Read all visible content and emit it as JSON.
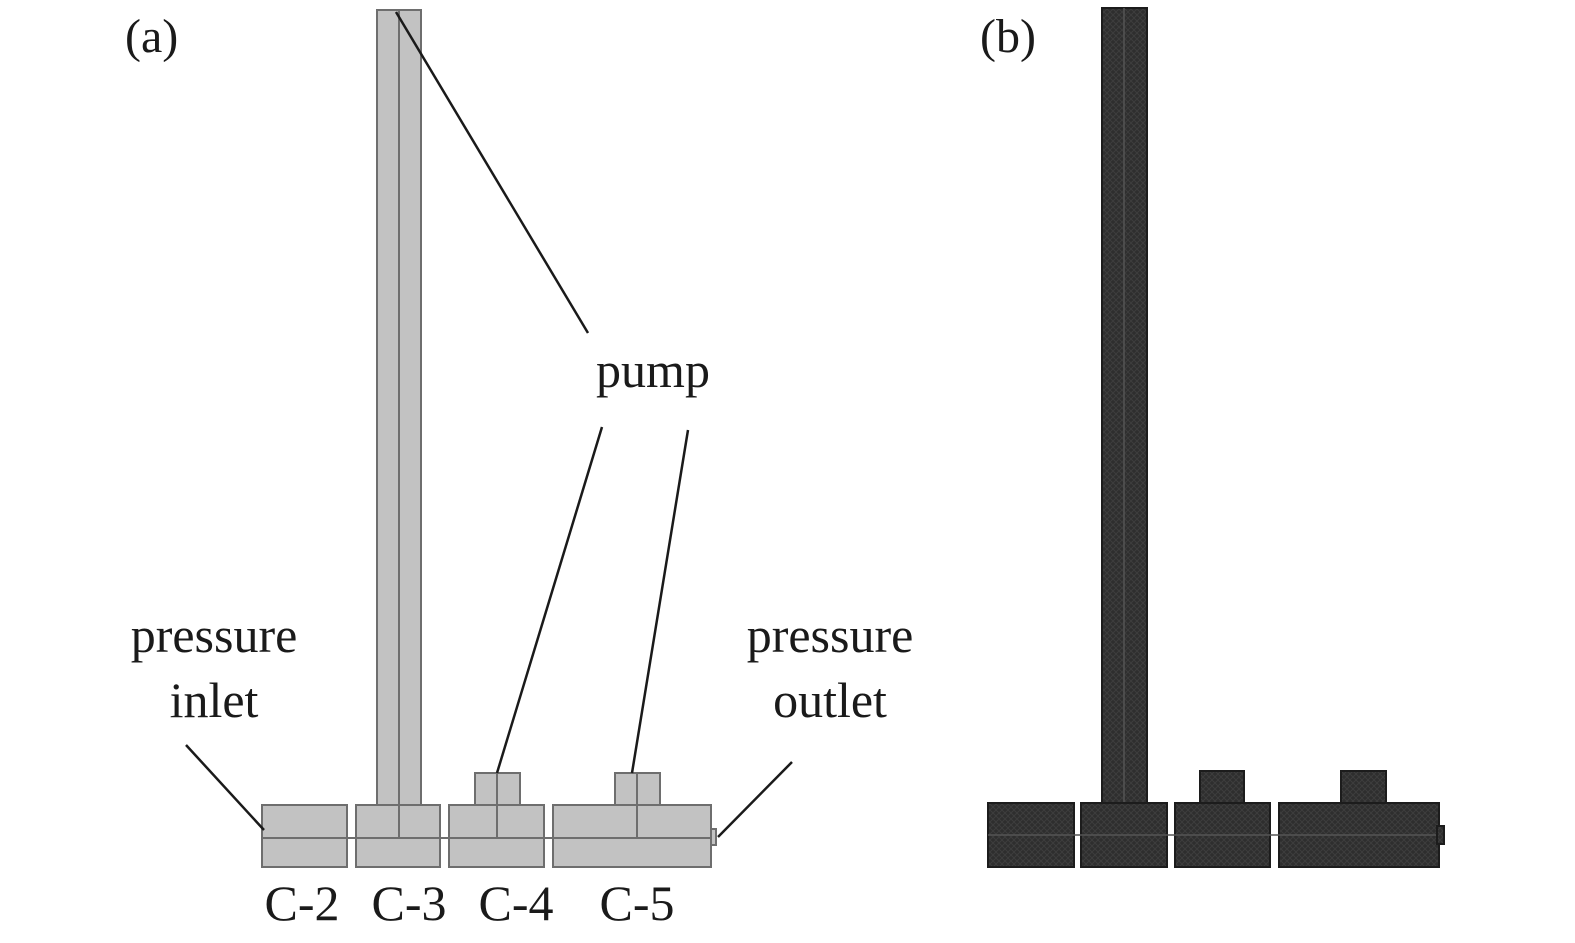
{
  "panels": {
    "a": {
      "label": "(a)"
    },
    "b": {
      "label": "(b)"
    }
  },
  "callouts": {
    "pump": "pump",
    "inlet_line1": "pressure",
    "inlet_line2": "inlet",
    "outlet_line1": "pressure",
    "outlet_line2": "outlet"
  },
  "columns": [
    "C-2",
    "C-3",
    "C-4",
    "C-5"
  ],
  "colors": {
    "geometry_fill": "#c2c2c2",
    "geometry_edge": "#6e6e6e",
    "mesh_fill": "#2e2e2e",
    "text": "#1a1a1a"
  }
}
